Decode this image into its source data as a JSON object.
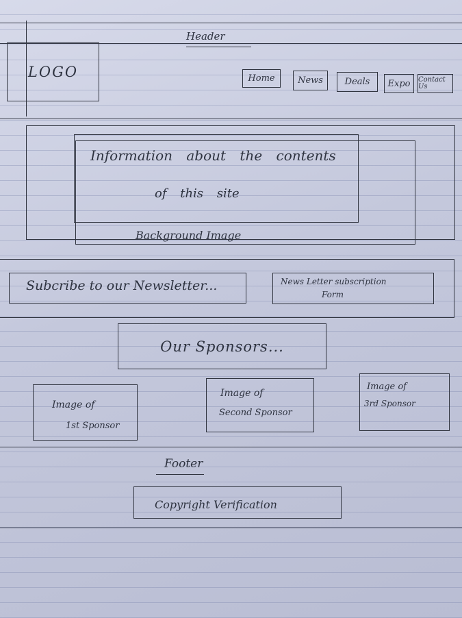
{
  "header": {
    "label": "Header",
    "logo": "LOGO",
    "nav": [
      "Home",
      "News",
      "Deals",
      "Expo",
      "Contact Us"
    ]
  },
  "hero": {
    "line1": "Information about the contents",
    "line2": "of this site",
    "caption": "Background Image"
  },
  "newsletter": {
    "cta": "Subcribe to our Newsletter...",
    "form_label_1": "News Letter subscription",
    "form_label_2": "Form"
  },
  "sponsors": {
    "title": "Our Sponsors...",
    "items": [
      {
        "line1": "Image of",
        "line2": "1st Sponsor"
      },
      {
        "line1": "Image of",
        "line2": "Second Sponsor"
      },
      {
        "line1": "Image of",
        "line2": "3rd Sponsor"
      }
    ]
  },
  "footer": {
    "label": "Footer",
    "copyright": "Copyright Verification"
  }
}
